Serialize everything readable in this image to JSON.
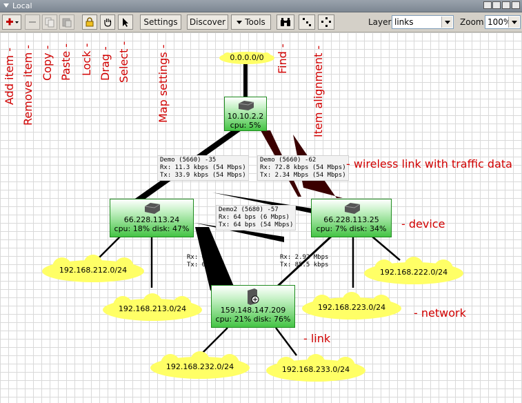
{
  "window": {
    "title": "Local"
  },
  "toolbar": {
    "settings_label": "Settings",
    "discover_label": "Discover",
    "tools_label": "Tools",
    "layer_label": "Layer:",
    "layer_value": "links",
    "zoom_label": "Zoom:",
    "zoom_value": "100%"
  },
  "annotations": {
    "add_item": "Add item -",
    "remove_item": "Remove item -",
    "copy": "Copy -",
    "paste": "Paste -",
    "lock": "Lock -",
    "drag": "Drag -",
    "select": "Select -",
    "map_settings": "Map settings -",
    "find": "Find -",
    "item_alignment": "Item alignment -",
    "wireless_link": "- wireless link with traffic data",
    "device": "- device",
    "network": "- network",
    "link": "- link"
  },
  "devices": [
    {
      "name": "10.10.2.2",
      "stats": "cpu: 5%"
    },
    {
      "name": "66.228.113.24",
      "stats": "cpu: 18% disk: 47%"
    },
    {
      "name": "66.228.113.25",
      "stats": "cpu: 7% disk: 34%"
    },
    {
      "name": "159.148.147.209",
      "stats": "cpu: 21% disk: 76%"
    }
  ],
  "networks": [
    "0.0.0.0/0",
    "192.168.212.0/24",
    "192.168.213.0/24",
    "192.168.222.0/24",
    "192.168.223.0/24",
    "192.168.232.0/24",
    "192.168.233.0/24"
  ],
  "link_labels": [
    {
      "l1": "Demo (5660) -35",
      "l2": "Rx: 11.3 kbps (54 Mbps)",
      "l3": "Tx: 33.9 kbps (54 Mbps)"
    },
    {
      "l1": "Demo (5660) -62",
      "l2": "Rx: 72.8 kbps (54 Mbps)",
      "l3": "Tx: 2.34 Mbps (54 Mbps)"
    },
    {
      "l1": "Demo2 (5680) -57",
      "l2": "Rx: 64 bps (6 Mbps)",
      "l3": "Tx: 64 bps (54 Mbps)"
    },
    {
      "l1": "Rx: 0 bps",
      "l2": "Tx: 0 bps"
    },
    {
      "l1": "Rx: 2.92 Mbps",
      "l2": "Tx: 85.5 kbps"
    }
  ],
  "icons": {
    "add": "plus-icon",
    "remove": "minus-icon",
    "copy": "copy-icon",
    "paste": "paste-icon",
    "lock": "lock-icon",
    "drag": "hand-icon",
    "select": "cursor-icon",
    "find": "binoculars-icon",
    "align1": "dots-diagonal-icon",
    "align2": "dots-circle-icon"
  },
  "colors": {
    "annotation": "#d10000",
    "device_green": "#45c445",
    "network_yellow": "#ffff66",
    "wired_link": "#000000",
    "wireless_link_dark": "#3a0000"
  }
}
